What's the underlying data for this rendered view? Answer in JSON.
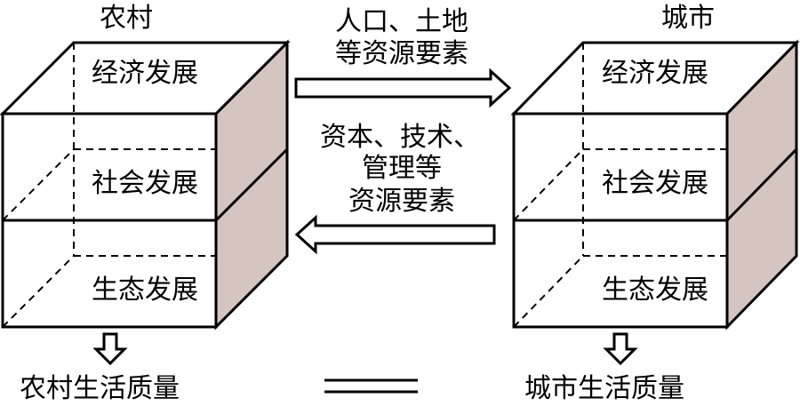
{
  "rural": {
    "title": "农村",
    "layers": [
      "经济发展",
      "社会发展",
      "生态发展"
    ],
    "quality": "农村生活质量"
  },
  "urban": {
    "title": "城市",
    "layers": [
      "经济发展",
      "社会发展",
      "生态发展"
    ],
    "quality": "城市生活质量"
  },
  "flows": {
    "to_urban": [
      "人口、土地",
      "等资源要素"
    ],
    "to_rural": [
      "资本、技术、",
      "管理等",
      "资源要素"
    ]
  },
  "colors": {
    "side_face": "#d5c5c0",
    "line": "#000000"
  },
  "icons": {
    "down_arrow": "down-arrow-icon",
    "right_arrow": "right-arrow-icon",
    "left_arrow": "left-arrow-icon",
    "equal_sign": "equal-sign-icon"
  }
}
